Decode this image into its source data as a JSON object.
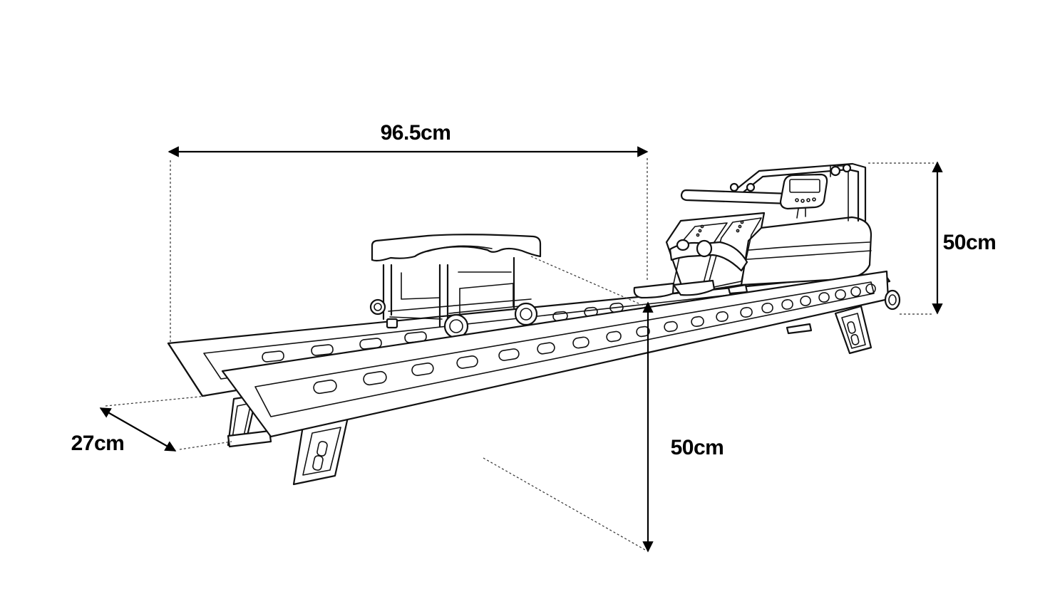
{
  "dimensions": {
    "length": "96.5cm",
    "height_rear": "50cm",
    "height_front": "50cm",
    "width": "27cm"
  },
  "colors": {
    "line": "#111111",
    "background": "#ffffff"
  }
}
